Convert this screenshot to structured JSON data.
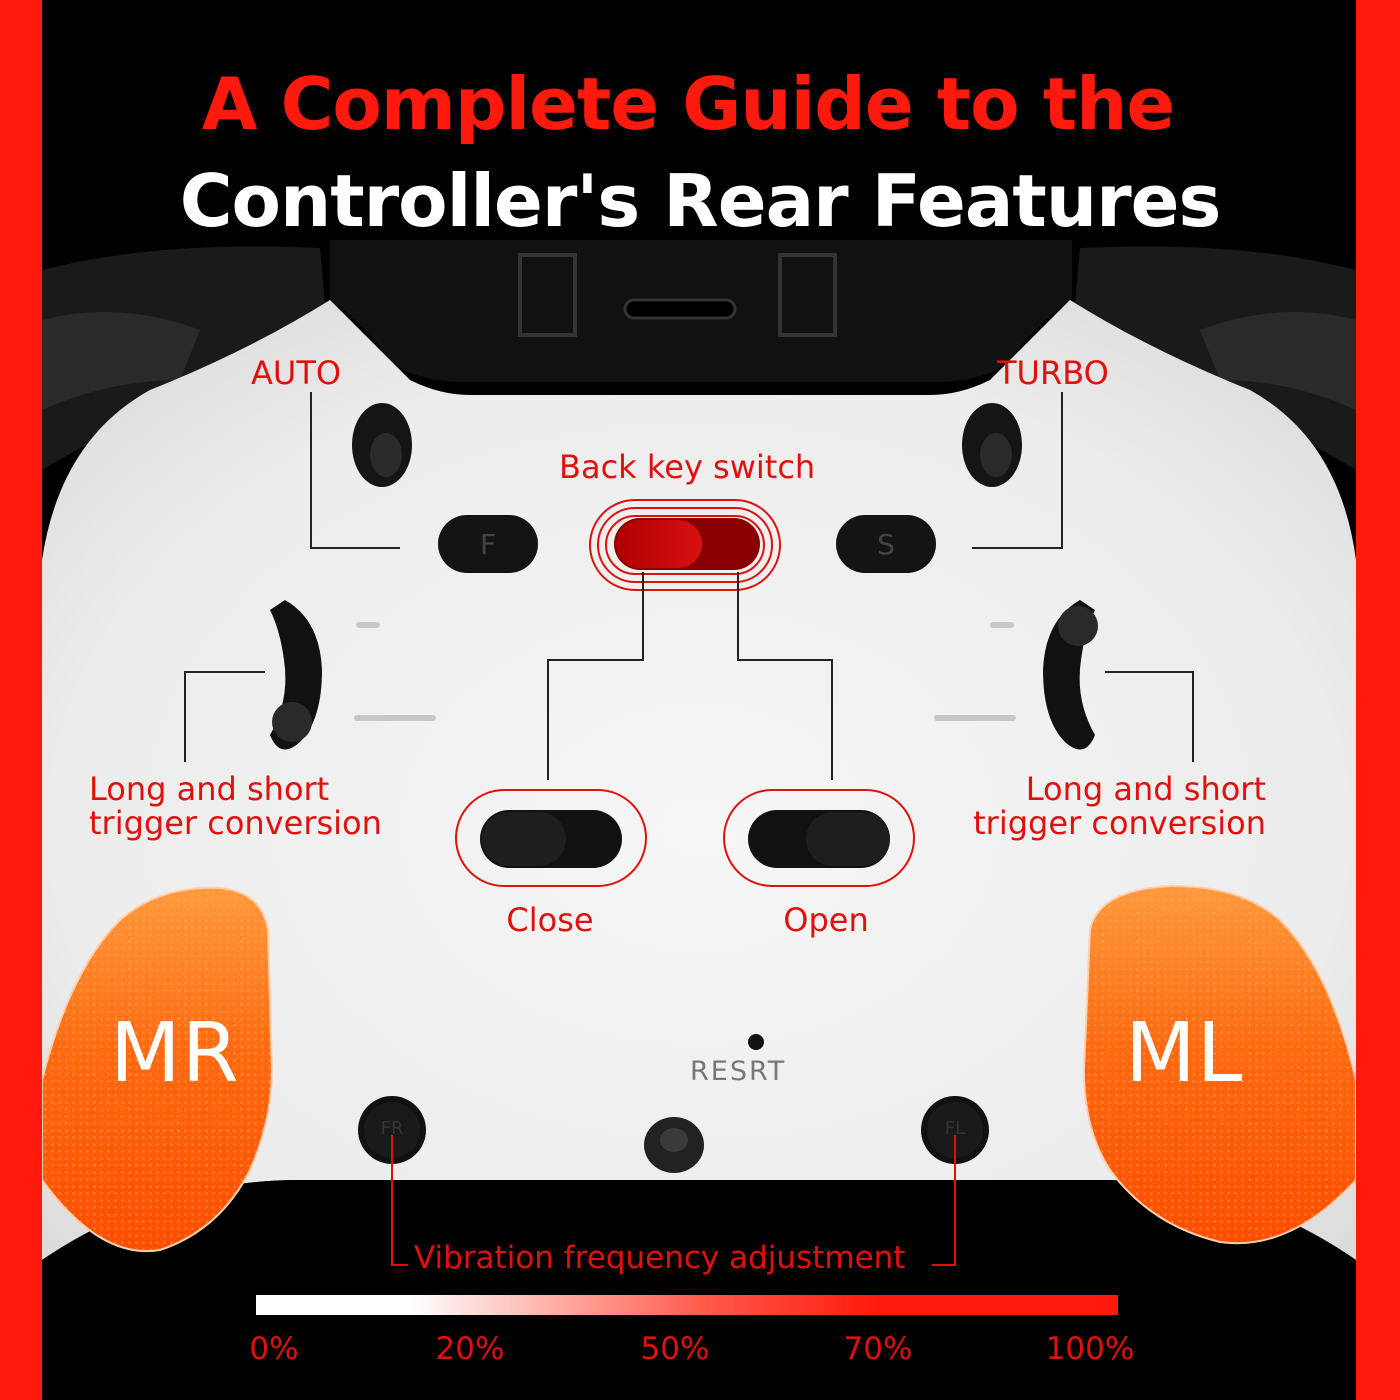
{
  "title": {
    "line1": "A Complete Guide to the",
    "line2": "Controller's Rear Features"
  },
  "labels": {
    "auto": "AUTO",
    "turbo": "TURBO",
    "back_key_switch": "Back key switch",
    "left_trigger": [
      "Long and short",
      "trigger conversion"
    ],
    "right_trigger": [
      "Long and short",
      "trigger conversion"
    ],
    "close": "Close",
    "open": "Open",
    "vibration": "Vibration frequency adjustment"
  },
  "buttons": {
    "f": "F",
    "s": "S",
    "fr": "FR",
    "fl": "FL",
    "resrt": "RESRT"
  },
  "paddles": {
    "left": "MR",
    "right": "ML"
  },
  "scale": {
    "ticks": [
      "0%",
      "20%",
      "50%",
      "70%",
      "100%"
    ]
  },
  "colors": {
    "accent": "#ff1a0d",
    "label": "#e0100c",
    "paddle": "#ff6a10",
    "shell": "#ececec"
  }
}
